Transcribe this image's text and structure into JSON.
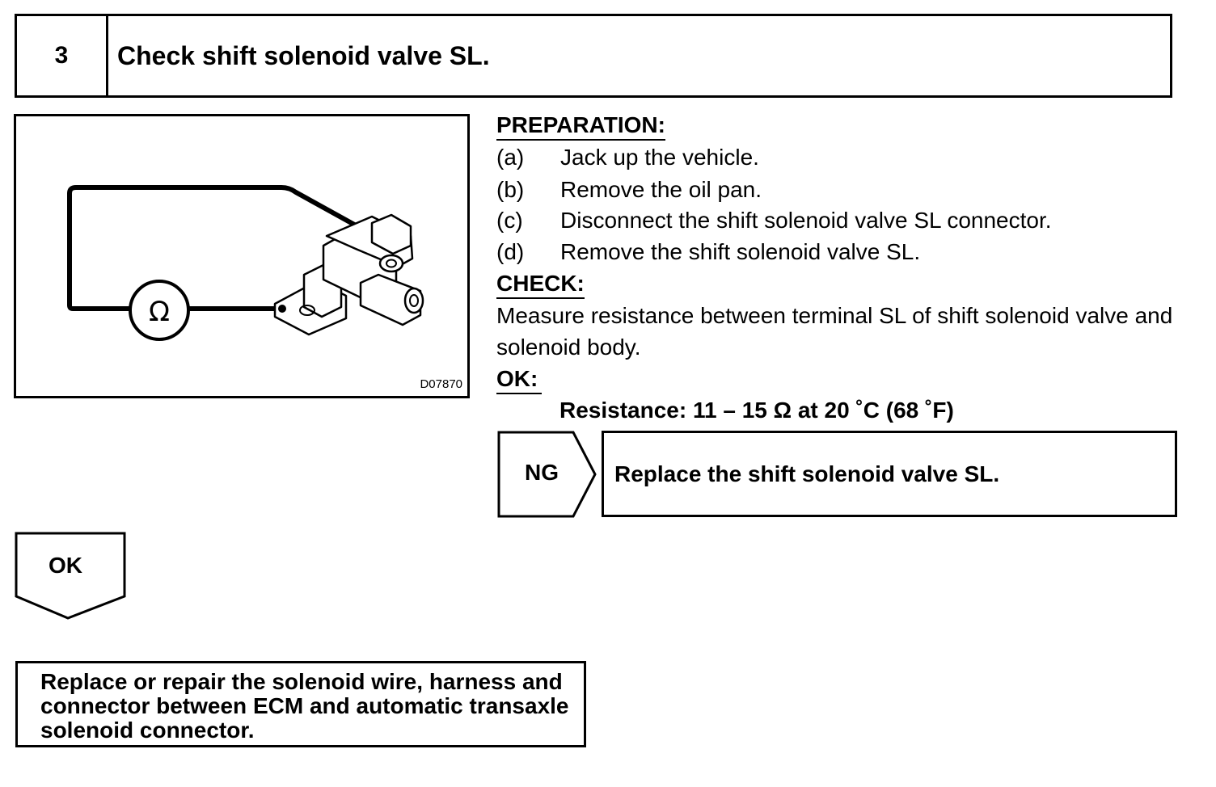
{
  "step": {
    "number": "3",
    "title": "Check shift solenoid valve SL."
  },
  "illustration": {
    "figure_id": "D07870",
    "meter_symbol": "Ω",
    "meter_icon": "ohmmeter-icon",
    "part_icon": "solenoid-valve-icon"
  },
  "preparation": {
    "heading": "PREPARATION:",
    "steps": [
      {
        "letter": "(a)",
        "text": "Jack up the vehicle."
      },
      {
        "letter": "(b)",
        "text": "Remove the oil pan."
      },
      {
        "letter": "(c)",
        "text": "Disconnect the shift solenoid valve SL connector."
      },
      {
        "letter": "(d)",
        "text": "Remove the shift solenoid valve SL."
      }
    ]
  },
  "check": {
    "heading": "CHECK:",
    "text": "Measure resistance between terminal SL of shift solenoid valve and solenoid body."
  },
  "ok_spec": {
    "heading": "OK:",
    "text": "Resistance: 11 – 15 Ω at 20 ˚C (68 ˚F)"
  },
  "ng_result": {
    "label": "NG",
    "text": "Replace the shift solenoid valve SL."
  },
  "ok_result": {
    "label": "OK",
    "text": "Replace or repair the solenoid wire, harness and connector between ECM and automatic transaxle solenoid connector."
  }
}
